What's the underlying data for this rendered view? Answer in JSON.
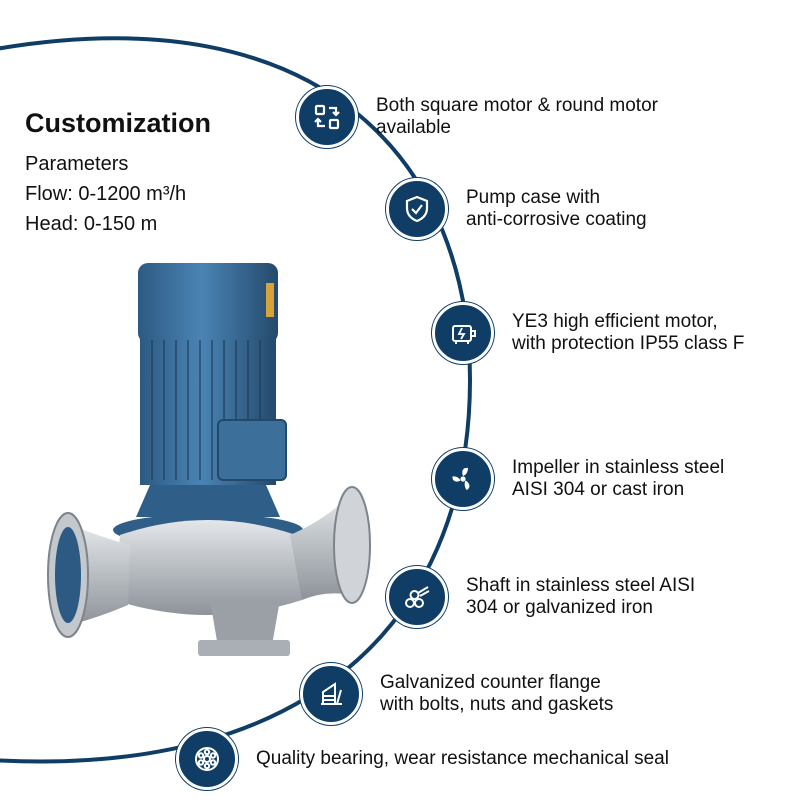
{
  "info": {
    "title": "Customization",
    "lines": [
      "Parameters",
      "Flow: 0-1200 m³/h",
      "Head: 0-150 m"
    ]
  },
  "features": [
    {
      "icon": "swap-arrows-icon",
      "text": "Both square motor & round motor\navailable"
    },
    {
      "icon": "shield-check-icon",
      "text": "Pump case with\nanti-corrosive coating"
    },
    {
      "icon": "motor-icon",
      "text": "YE3 high efficient motor,\nwith protection IP55 class F"
    },
    {
      "icon": "fan-impeller-icon",
      "text": "Impeller in stainless steel\nAISI 304 or cast iron"
    },
    {
      "icon": "shaft-icon",
      "text": "Shaft in stainless steel AISI\n304 or galvanized iron"
    },
    {
      "icon": "flange-icon",
      "text": "Galvanized counter flange\nwith bolts, nuts and gaskets"
    },
    {
      "icon": "bearing-icon",
      "text": "Quality bearing, wear resistance mechanical seal"
    }
  ],
  "colors": {
    "accent": "#0f3d66",
    "motor": "#3a6f9c",
    "steel": "#c8ccd0"
  }
}
